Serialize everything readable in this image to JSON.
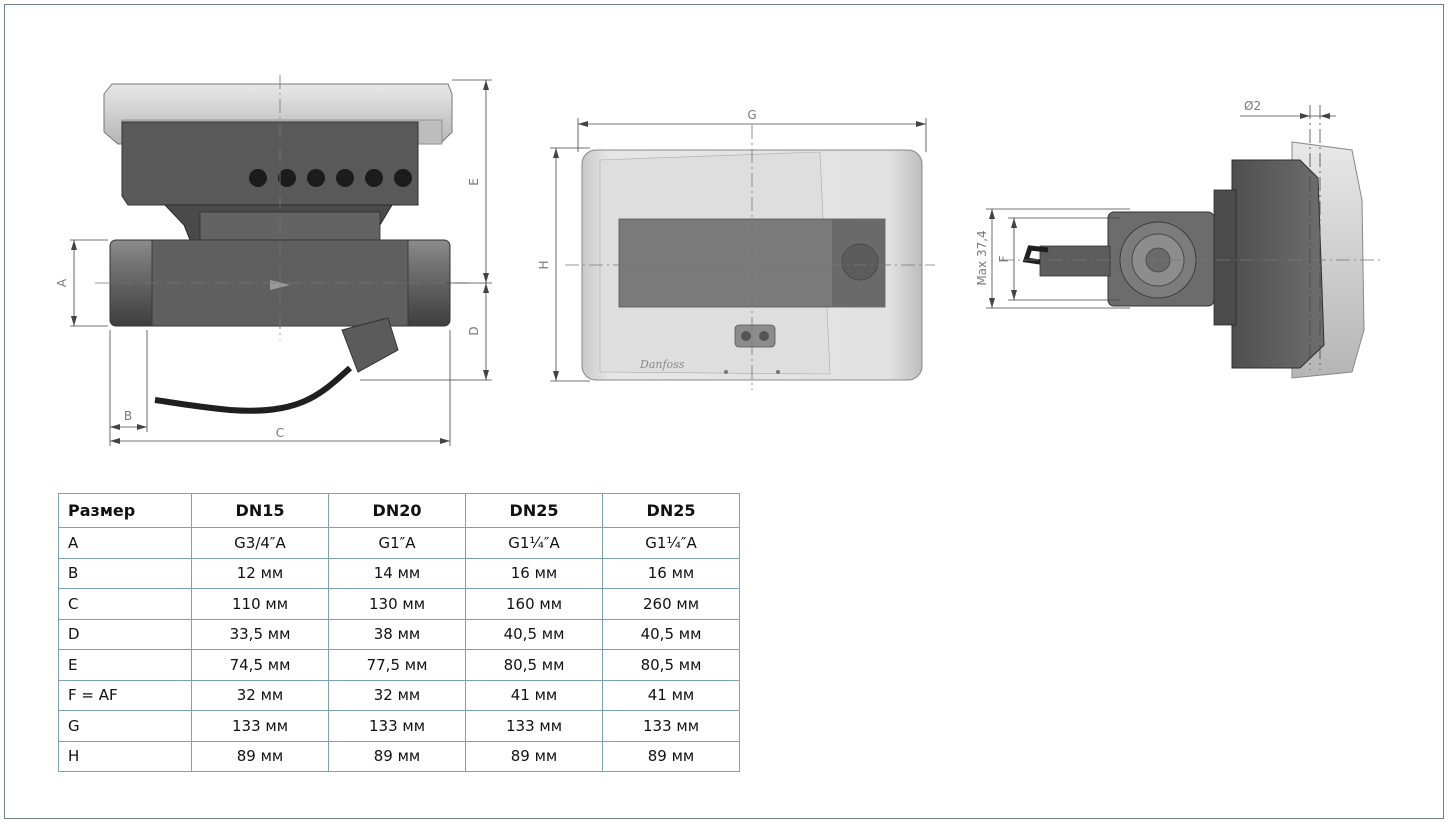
{
  "drawing": {
    "labels": {
      "A": "A",
      "B": "B",
      "C": "C",
      "D": "D",
      "E": "E",
      "F": "F",
      "G": "G",
      "H": "H",
      "max": "Max 37,4",
      "diameter": "Ø2"
    },
    "logo_text": "Danfoss"
  },
  "table": {
    "headers": [
      "Размер",
      "DN15",
      "DN20",
      "DN25",
      "DN25"
    ],
    "rows": [
      [
        "A",
        "G3/4″A",
        "G1″A",
        "G1¼″A",
        "G1¼″A"
      ],
      [
        "B",
        "12 мм",
        "14 мм",
        "16 мм",
        "16 мм"
      ],
      [
        "C",
        "110 мм",
        "130 мм",
        "160 мм",
        "260 мм"
      ],
      [
        "D",
        "33,5 мм",
        "38 мм",
        "40,5 мм",
        "40,5 мм"
      ],
      [
        "E",
        "74,5 мм",
        "77,5 мм",
        "80,5 мм",
        "80,5 мм"
      ],
      [
        "F = AF",
        "32 мм",
        "32 мм",
        "41 мм",
        "41 мм"
      ],
      [
        "G",
        "133 мм",
        "133 мм",
        "133 мм",
        "133 мм"
      ],
      [
        "H",
        "89 мм",
        "89 мм",
        "89 мм",
        "89 мм"
      ]
    ]
  },
  "colors": {
    "frame": "#6a7f8a",
    "table_border": "#7da0b2",
    "body_dark": "#6f6f6f",
    "body_light": "#d9d9d9"
  }
}
